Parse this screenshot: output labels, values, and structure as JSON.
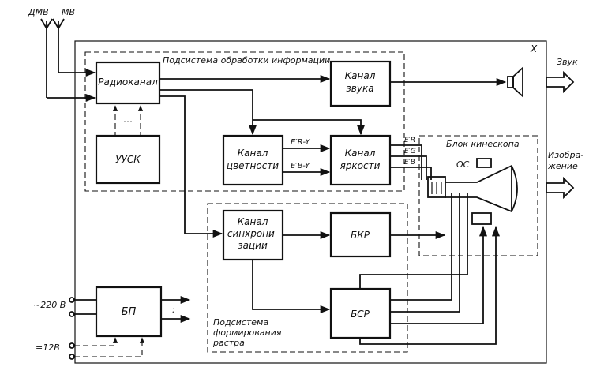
{
  "antenna": {
    "dmv": "ДМВ",
    "mv": "МВ"
  },
  "tv_frame_label": "X",
  "subsystem_info": "Подсистема обработки информации",
  "subsystem_raster": [
    "Подсистема",
    "формирования",
    "растра"
  ],
  "kinescope_block": "Блок кинескопа",
  "blocks": {
    "radiokanal": [
      "Радиоканал"
    ],
    "kanal_zvuka": [
      "Канал",
      "звука"
    ],
    "ousk": [
      "УУСК"
    ],
    "kanal_cvetnosti": [
      "Канал",
      "цветности"
    ],
    "kanal_yarkosti": [
      "Канал",
      "яркости"
    ],
    "kanal_sinhro": [
      "Канал",
      "синхрони-",
      "зации"
    ],
    "bkr": [
      "БКР"
    ],
    "bp": [
      "БП"
    ],
    "bsr": [
      "БСР"
    ],
    "os": "ОС"
  },
  "signals": {
    "er_y": "E′R-Y",
    "eb_y": "E′B-Y",
    "er": "E′R",
    "eg": "E′G",
    "eb": "E′B"
  },
  "outputs": {
    "sound": "Звук",
    "image": [
      "Изобра-",
      "жение"
    ]
  },
  "power": {
    "ac": "~220 В",
    "dc": "=12В"
  },
  "dots": "⋯"
}
